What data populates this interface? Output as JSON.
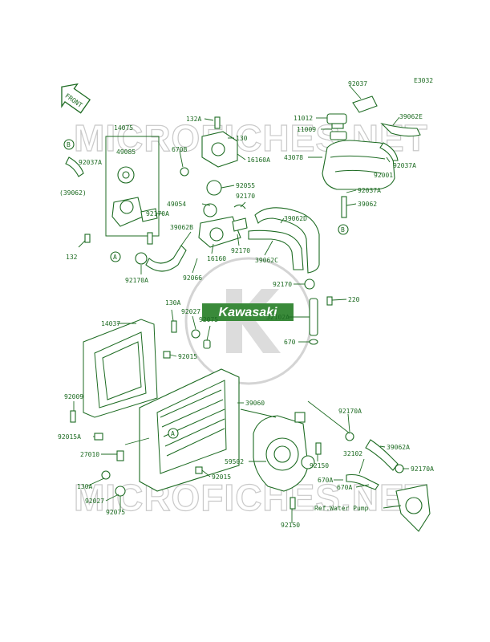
{
  "diagram": {
    "ref_code": "E3032",
    "front_label": "FRONT",
    "watermark": "MICROFICHES.NET",
    "brand": "Kawasaki",
    "parts": [
      {
        "id": "p92037",
        "label": "92037"
      },
      {
        "id": "p39062E",
        "label": "39062E"
      },
      {
        "id": "p11012",
        "label": "11012"
      },
      {
        "id": "p11009",
        "label": "11009"
      },
      {
        "id": "p43078",
        "label": "43078"
      },
      {
        "id": "p92001",
        "label": "92001"
      },
      {
        "id": "p92037A_r",
        "label": "92037A"
      },
      {
        "id": "p92037A_r2",
        "label": "92037A"
      },
      {
        "id": "p39062_r",
        "label": "39062"
      },
      {
        "id": "p132A",
        "label": "132A"
      },
      {
        "id": "p130",
        "label": "130"
      },
      {
        "id": "p16160A",
        "label": "16160A"
      },
      {
        "id": "p14075",
        "label": "14075"
      },
      {
        "id": "p49085",
        "label": "49085"
      },
      {
        "id": "p670B",
        "label": "670B"
      },
      {
        "id": "p92037A_l",
        "label": "92037A"
      },
      {
        "id": "p39062_l",
        "label": "(39062)"
      },
      {
        "id": "p92055",
        "label": "92055"
      },
      {
        "id": "p49054",
        "label": "49054"
      },
      {
        "id": "p92170_a",
        "label": "92170"
      },
      {
        "id": "p39062D",
        "label": "39062D"
      },
      {
        "id": "p92170A_a",
        "label": "92170A"
      },
      {
        "id": "p39062B",
        "label": "39062B"
      },
      {
        "id": "p132",
        "label": "132"
      },
      {
        "id": "p16160",
        "label": "16160"
      },
      {
        "id": "p92170_b",
        "label": "92170"
      },
      {
        "id": "p39062C",
        "label": "39062C"
      },
      {
        "id": "p92170A_b",
        "label": "92170A"
      },
      {
        "id": "p92066",
        "label": "92066"
      },
      {
        "id": "p92170_c",
        "label": "92170"
      },
      {
        "id": "p220",
        "label": "220"
      },
      {
        "id": "p130A_a",
        "label": "130A"
      },
      {
        "id": "p92027_a",
        "label": "92027"
      },
      {
        "id": "p92075_a",
        "label": "92075"
      },
      {
        "id": "p32102A",
        "label": "32102A"
      },
      {
        "id": "p14037",
        "label": "14037"
      },
      {
        "id": "p670",
        "label": "670"
      },
      {
        "id": "p92015_a",
        "label": "92015"
      },
      {
        "id": "p39060",
        "label": "39060"
      },
      {
        "id": "p92009",
        "label": "92009"
      },
      {
        "id": "p92015A",
        "label": "92015A"
      },
      {
        "id": "p92170A_c",
        "label": "92170A"
      },
      {
        "id": "p39062A",
        "label": "39062A"
      },
      {
        "id": "p27010",
        "label": "27010"
      },
      {
        "id": "p59502",
        "label": "59502"
      },
      {
        "id": "p92150_a",
        "label": "92150"
      },
      {
        "id": "p32102",
        "label": "32102"
      },
      {
        "id": "p92170A_d",
        "label": "92170A"
      },
      {
        "id": "p92015_b",
        "label": "92015"
      },
      {
        "id": "p670A_a",
        "label": "670A"
      },
      {
        "id": "p670A_b",
        "label": "670A"
      },
      {
        "id": "p130A_b",
        "label": "130A"
      },
      {
        "id": "p92027_b",
        "label": "92027"
      },
      {
        "id": "p92075_b",
        "label": "92075"
      },
      {
        "id": "p92150_b",
        "label": "92150"
      },
      {
        "id": "pRefWP",
        "label": "Ref.Water Pump"
      }
    ],
    "callouts": [
      {
        "id": "cB1",
        "label": "B"
      },
      {
        "id": "cB2",
        "label": "B"
      },
      {
        "id": "cA1",
        "label": "A"
      },
      {
        "id": "cA2",
        "label": "A"
      }
    ]
  }
}
